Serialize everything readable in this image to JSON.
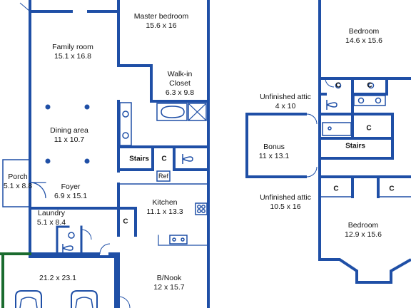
{
  "colors": {
    "wall": "#1f4fa6",
    "fixture": "#1f4fa6",
    "garage_wall": "#1a6b2e",
    "text": "#111111",
    "background": "#ffffff"
  },
  "first_floor": {
    "rooms": [
      {
        "name": "Master bedroom",
        "dims": "15.6 x 16"
      },
      {
        "name": "Family room",
        "dims": "15.1 x 16.8"
      },
      {
        "name": "Walk-in\nCloset",
        "dims": "6.3 x 9.8"
      },
      {
        "name": "Dining area",
        "dims": "11 x 10.7"
      },
      {
        "name": "Porch",
        "dims": "5.1 x 8.8"
      },
      {
        "name": "Foyer",
        "dims": "6.9 x 15.1"
      },
      {
        "name": "Kitchen",
        "dims": "11.1 x 13.3"
      },
      {
        "name": "Laundry",
        "dims": "5.1 x 8.4"
      },
      {
        "name": "",
        "dims": "21.2 x 23.1"
      },
      {
        "name": "B/Nook",
        "dims": "12 x 15.7"
      }
    ],
    "stairs_label": "Stairs",
    "closet_label": "C",
    "ref_label": "Ref"
  },
  "second_floor": {
    "rooms": [
      {
        "name": "Bedroom",
        "dims": "14.6 x 15.6"
      },
      {
        "name": "Unfinished attic",
        "dims": "4 x 10"
      },
      {
        "name": "Bonus",
        "dims": "11 x 13.1"
      },
      {
        "name": "Unfinished attic",
        "dims": "10.5 x 16"
      },
      {
        "name": "Bedroom",
        "dims": "12.9 x 15.6"
      }
    ],
    "stairs_label": "Stairs",
    "closet_label": "C"
  }
}
